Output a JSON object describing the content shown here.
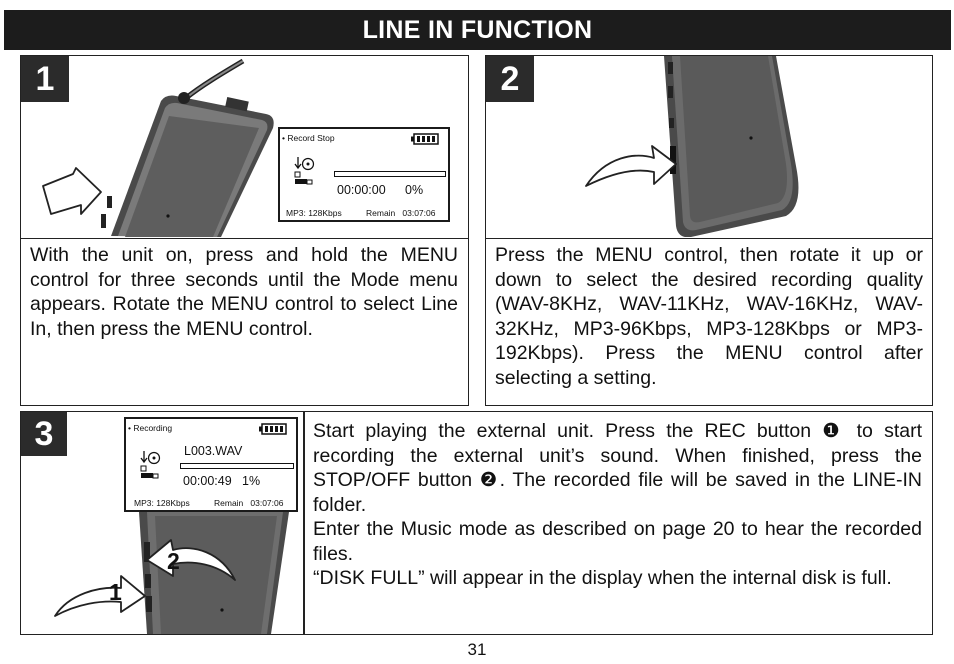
{
  "header": {
    "title": "LINE IN FUNCTION"
  },
  "steps": [
    {
      "number": "1",
      "text": "With the unit on, press and hold the MENU control for three seconds until the Mode menu appears. Rotate the MENU control to select Line In, then press the MENU control.",
      "lcd": {
        "status": "• Record Stop",
        "time": "00:00:00",
        "percent": "0%",
        "format": "MP3: 128Kbps",
        "remain": "Remain   03:07:06"
      }
    },
    {
      "number": "2",
      "text": "Press the MENU control, then rotate it up or down to select the desired recording quality (WAV-8KHz, WAV-11KHz, WAV-16KHz, WAV-32KHz, MP3-96Kbps, MP3-128Kbps or MP3-192Kbps). Press the MENU control after selecting a setting."
    },
    {
      "number": "3",
      "paragraphs": [
        "Start playing the external unit. Press the REC button ❶ to start recording the external unit’s sound. When finished, press the STOP/OFF button ❷. The recorded file will be saved in the LINE-IN folder.",
        "Enter the Music mode as described on page 20 to hear the recorded files.",
        "“DISK FULL” will appear in the display when the internal disk is full."
      ],
      "lcd": {
        "status": "• Recording",
        "file": "L003.WAV",
        "time": "00:00:49",
        "percent": "1%",
        "format": "MP3: 128Kbps",
        "remain": "Remain   03:07:06"
      },
      "callouts": [
        "1",
        "2"
      ]
    }
  ],
  "footer": {
    "page_number": "31"
  }
}
